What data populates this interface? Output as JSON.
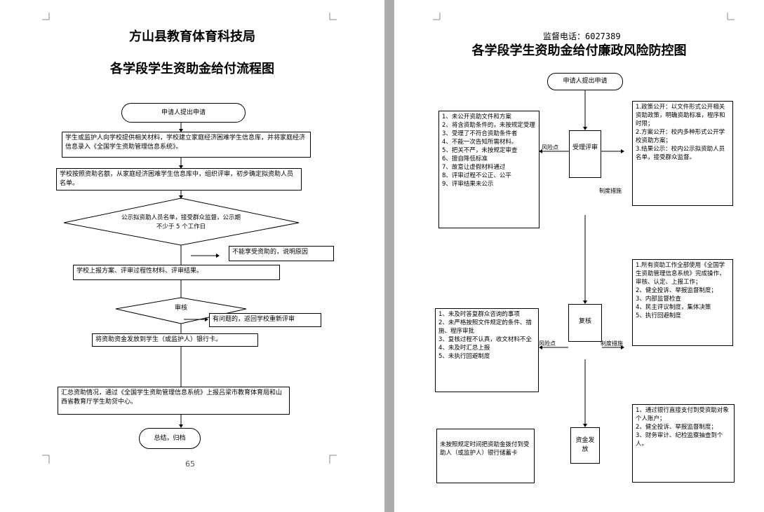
{
  "left": {
    "title1": "方山县教育体育科技局",
    "title2": "各学段学生资助金给付流程图",
    "start": "申请人提出申请",
    "step1": "学生或监护人向学校提供相关材料，学校建立家庭经济困难学生信息库，并将家庭经济信息录入《全国学生资助管理信息系统》。",
    "step2": "学校按照资助名额，从家庭经济困难学生信息库中，组织评审，初步确定拟资助人员名单。",
    "diamond1": "公示拟资助人员名单，接受群众监督，公示期不少于 5 个工作日",
    "reject": "不能享受资助的，说明原因",
    "step3": "学校上报方案、评审过程性材料、评审结果。",
    "diamond2": "审核",
    "problem": "有问题的，返回学校重新评审",
    "step4": "将资助资金发放到学生（或监护人）银行卡。",
    "step5": "汇总资助情况，通过《全国学生资助管理信息系统》上报吕梁市教育体育局和山西省教育厅学生助贷中心。",
    "end": "总结，归档",
    "page_number": "65"
  },
  "right": {
    "phone": "监督电话：6027389",
    "title": "各学段学生资助金给付廉政风险防控图",
    "start": "申请人提出申请",
    "risk1": "1、未公开资助文件和方案\n2、将含资助条件的，未按规定受理\n3、受理了不符合资助条件者\n4、不能一次告知所需材料。\n5、把关不严，未按规定审查\n6、擅自降低标准\n7、故意让虚假材料通过\n8、评审过程不公正、公平\n9、评审结果未公示",
    "node1": "受理评审",
    "measure1": "1.政策公开：以文件形式公开相关资助政策，明确资助标准，程序和时限；\n2.方案公开：校内多种形式公开学校资助方案；\n3.结果公示：校内公示拟资助人员名单，接受群众监督。",
    "risk2": "1、未及时答复群众咨询的事项\n2、未严格按照文件规定的条件、措施、程序审批\n3、复核过程不认真，收文材料不全\n4、未及时汇总上报\n5、未执行回避制度",
    "node2": "复核",
    "measure2": "1.所有资助工作全部使用《全国学生资助管理信息系统》完成操作，审核、认定、上报工作；\n2、健全投诉、举报监督制度；\n3、内部监督检查\n4、民主评议制度，集体决策\n5、执行回避制度",
    "risk3": "未按照规定时间把资助金拨付到受助人（或监护人）银行储蓄卡",
    "node3": "资金发放",
    "measure3": "1、通过银行直接支付到受资助对象个人账户；\n2、健全投诉、举报监督制度；\n3、财务审计、纪检监察抽查到个人。",
    "label_risk": "风险点",
    "label_measure": "制度措施"
  }
}
